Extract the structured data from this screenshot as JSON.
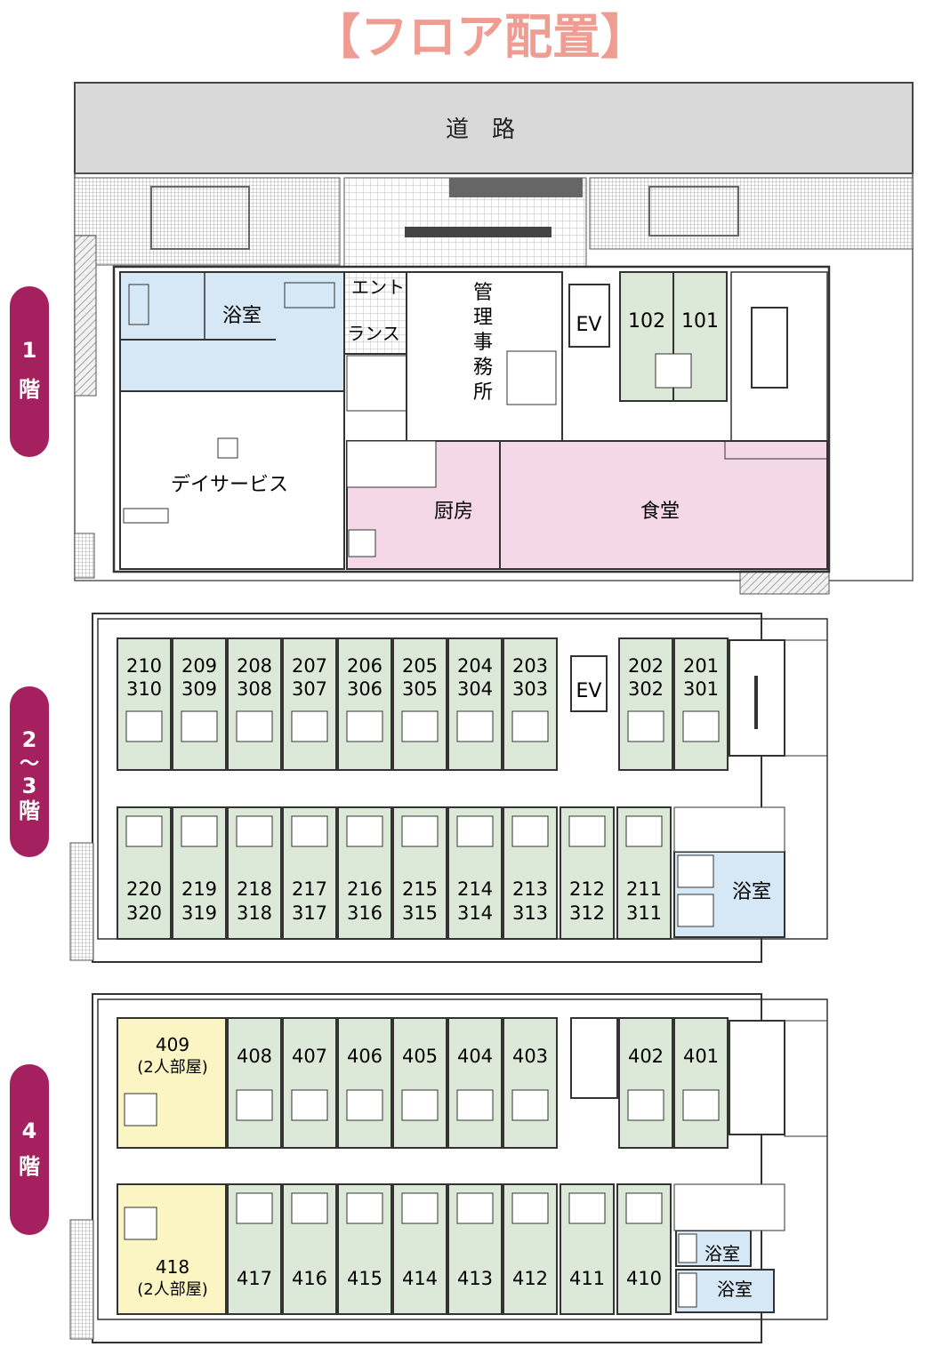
{
  "title": "【フロア配置】",
  "colors": {
    "title": "#ef9d93",
    "tab": "#a5205f",
    "road": "#d9d9d9",
    "resident_room": "#dde9d8",
    "bath": "#d6e7f5",
    "kitchen": "#f5d8e7",
    "double_room": "#fbf5c4",
    "wall": "#333333"
  },
  "floor_tabs": [
    {
      "id": "f1",
      "label": "1\n階"
    },
    {
      "id": "f23",
      "label": "2\n〜\n3\n階"
    },
    {
      "id": "f4",
      "label": "4\n階"
    }
  ],
  "floor1": {
    "road": "道　路",
    "bath": "浴室",
    "entrance": "エント\nランス",
    "office": "管理事務所",
    "ev": "EV",
    "rooms": [
      "102",
      "101"
    ],
    "day_service": "デイサービス",
    "kitchen": "厨房",
    "dining": "食堂"
  },
  "floor23": {
    "ev": "EV",
    "bath": "浴室",
    "north_rooms": [
      [
        "210",
        "310"
      ],
      [
        "209",
        "309"
      ],
      [
        "208",
        "308"
      ],
      [
        "207",
        "307"
      ],
      [
        "206",
        "306"
      ],
      [
        "205",
        "305"
      ],
      [
        "204",
        "304"
      ],
      [
        "203",
        "303"
      ],
      [
        "202",
        "302"
      ],
      [
        "201",
        "301"
      ]
    ],
    "south_rooms": [
      [
        "220",
        "320"
      ],
      [
        "219",
        "319"
      ],
      [
        "218",
        "318"
      ],
      [
        "217",
        "317"
      ],
      [
        "216",
        "316"
      ],
      [
        "215",
        "315"
      ],
      [
        "214",
        "314"
      ],
      [
        "213",
        "313"
      ],
      [
        "212",
        "312"
      ],
      [
        "211",
        "311"
      ]
    ]
  },
  "floor4": {
    "north_double": [
      "409",
      "(2人部屋)"
    ],
    "south_double": [
      "418",
      "(2人部屋)"
    ],
    "north_rooms": [
      "408",
      "407",
      "406",
      "405",
      "404",
      "403",
      "402",
      "401"
    ],
    "south_rooms": [
      "417",
      "416",
      "415",
      "414",
      "413",
      "412",
      "411",
      "410"
    ],
    "baths": [
      "浴室",
      "浴室"
    ]
  }
}
